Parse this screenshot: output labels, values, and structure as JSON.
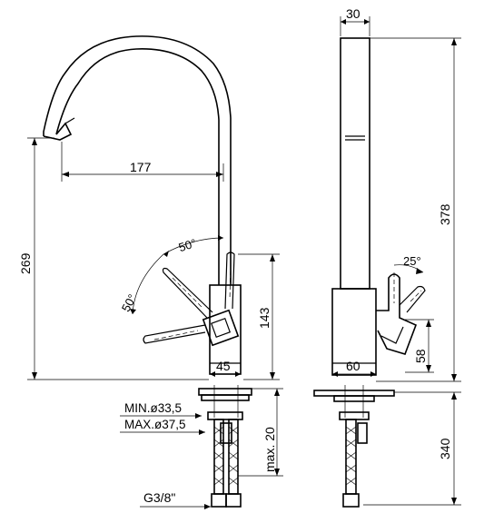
{
  "front_view": {
    "dim_spout_reach": "177",
    "dim_total_height": "269",
    "dim_body_height": "143",
    "dim_body_width": "45",
    "angle_upper": "50°",
    "angle_lower": "50°"
  },
  "side_view": {
    "dim_spout_width": "30",
    "dim_tap_height": "378",
    "dim_base_width": "60",
    "dim_lever_height": "58",
    "angle_lever": "25°",
    "dim_hose_length": "340"
  },
  "installation": {
    "min_hole": "MIN.ø33,5",
    "max_hole": "MAX.ø37,5",
    "max_thickness": "max. 20",
    "hose_thread": "G3/8\""
  }
}
